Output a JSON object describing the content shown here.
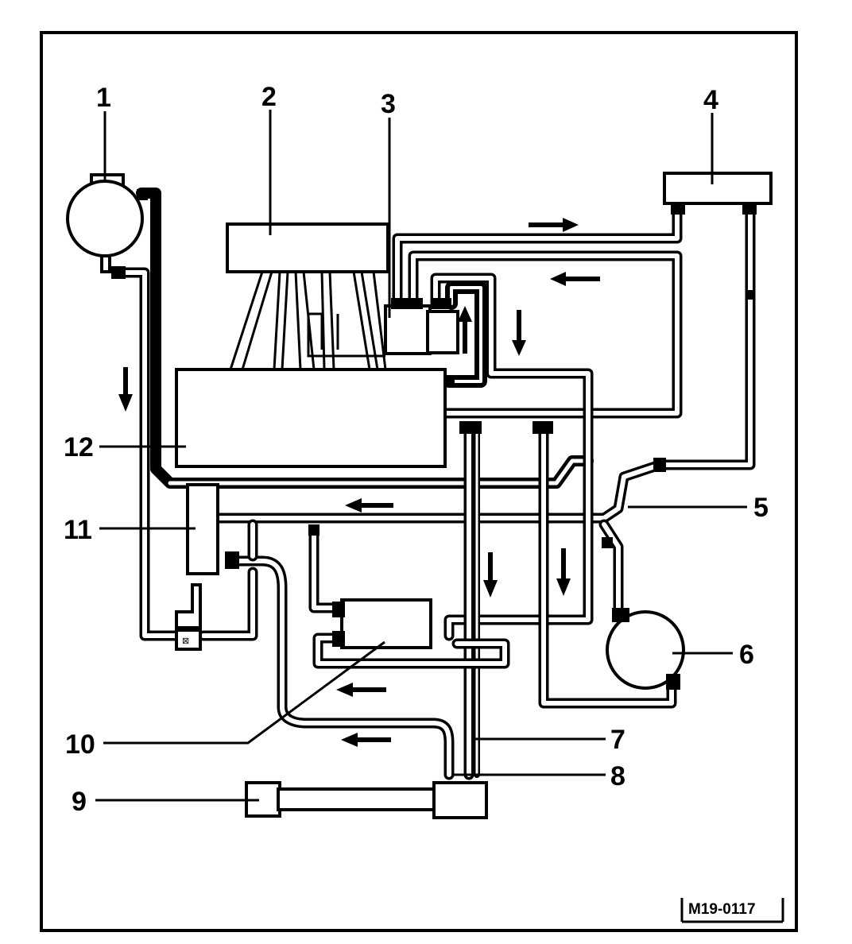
{
  "figure_id": "M19-0117",
  "labels": [
    {
      "id": "1",
      "text": "1"
    },
    {
      "id": "2",
      "text": "2"
    },
    {
      "id": "3",
      "text": "3"
    },
    {
      "id": "4",
      "text": "4"
    },
    {
      "id": "5",
      "text": "5"
    },
    {
      "id": "6",
      "text": "6"
    },
    {
      "id": "7",
      "text": "7"
    },
    {
      "id": "8",
      "text": "8"
    },
    {
      "id": "9",
      "text": "9"
    },
    {
      "id": "10",
      "text": "10"
    },
    {
      "id": "11",
      "text": "11"
    },
    {
      "id": "12",
      "text": "12"
    }
  ],
  "colors": {
    "line": "#000000",
    "background": "#ffffff"
  }
}
